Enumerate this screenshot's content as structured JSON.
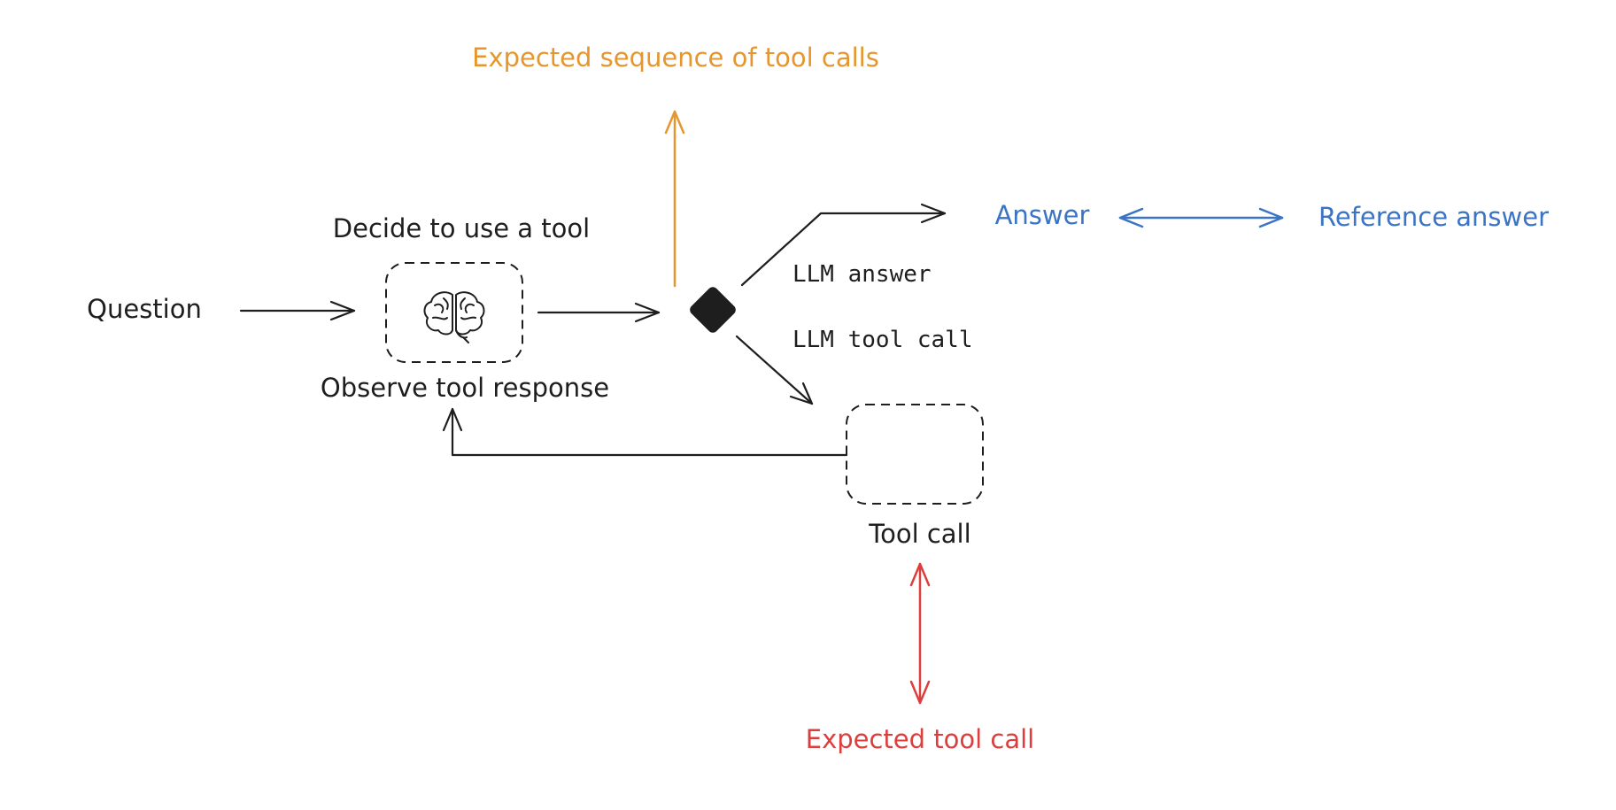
{
  "labels": {
    "question": "Question",
    "decide": "Decide to use a tool",
    "observe": "Observe tool response",
    "llm_answer": "LLM answer",
    "llm_tool_call": "LLM tool call",
    "tool_call": "Tool call",
    "answer": "Answer",
    "reference_answer": "Reference answer",
    "expected_sequence": "Expected sequence of tool calls",
    "expected_tool_call": "Expected tool call"
  },
  "icons": {
    "agent": "brain-icon",
    "decision": "diamond-icon"
  },
  "colors": {
    "ink": "#1e1e1e",
    "orange": "#e6962e",
    "blue": "#3b74c4",
    "red": "#dc3e3e"
  }
}
